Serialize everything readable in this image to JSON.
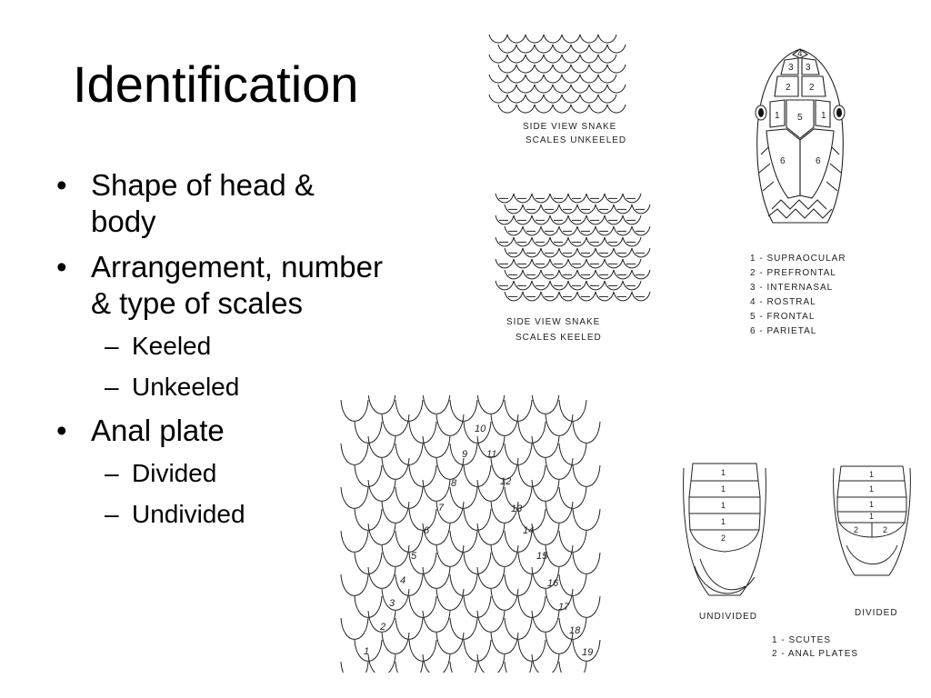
{
  "slide": {
    "title": "Identification",
    "bullets": [
      {
        "text": "Shape of head & body"
      },
      {
        "text": "Arrangement, number & type of scales"
      },
      {
        "text": "Anal plate"
      }
    ],
    "scale_subitems": [
      "Keeled",
      "Unkeeled"
    ],
    "anal_subitems": [
      "Divided",
      "Undivided"
    ]
  },
  "figures": {
    "unkeeled_caption": [
      "SIDE VIEW SNAKE",
      "SCALES UNKEELED"
    ],
    "keeled_caption": [
      "SIDE VIEW SNAKE",
      "SCALES KEELED"
    ],
    "head_numbers": [
      "4",
      "3",
      "3",
      "2",
      "2",
      "1",
      "5",
      "1",
      "6",
      "6"
    ],
    "head_legend": [
      "1 - SUPRAOCULAR",
      "2 - PREFRONTAL",
      "3 - INTERNASAL",
      "4 - ROSTRAL",
      "5 - FRONTAL",
      "6 - PARIETAL"
    ],
    "scale_row_numbers": [
      "1",
      "2",
      "3",
      "4",
      "5",
      "6",
      "7",
      "8",
      "9",
      "10",
      "11",
      "12",
      "13",
      "14",
      "15",
      "16",
      "17",
      "18",
      "19"
    ],
    "undivided_numbers": [
      "1",
      "1",
      "1",
      "1",
      "2"
    ],
    "divided_numbers": [
      "1",
      "1",
      "1",
      "1",
      "2",
      "2"
    ],
    "plate_labels": [
      "UNDIVIDED",
      "DIVIDED"
    ],
    "plate_legend": [
      "1 - SCUTES",
      "2 - ANAL PLATES"
    ]
  }
}
